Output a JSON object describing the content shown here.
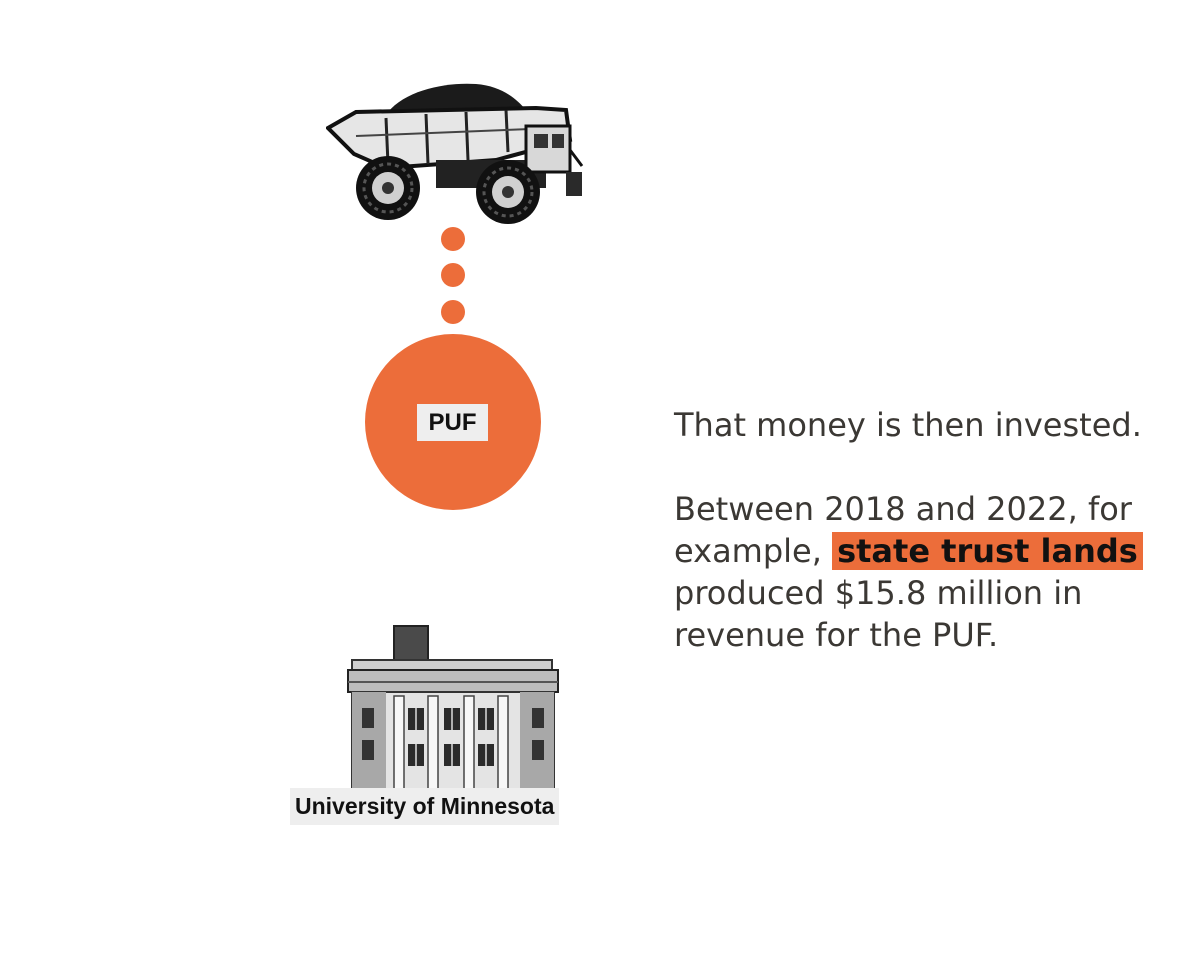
{
  "diagram": {
    "puf_label": "PUF",
    "university_label": "University of Minnesota",
    "icons": [
      "mining-truck-icon",
      "university-building-icon"
    ]
  },
  "text": {
    "intro": "That money is then invested.",
    "body_pre_line1": "Between 2018 and 2022, for",
    "body_pre_line2": "example,",
    "highlight": "state trust lands",
    "body_post_line1": "produced $15.8 million in",
    "body_post_line2": "revenue for the PUF."
  },
  "colors": {
    "accent": "#ec6d3a",
    "label_bg": "#eeeeee",
    "text": "#3b3834"
  }
}
